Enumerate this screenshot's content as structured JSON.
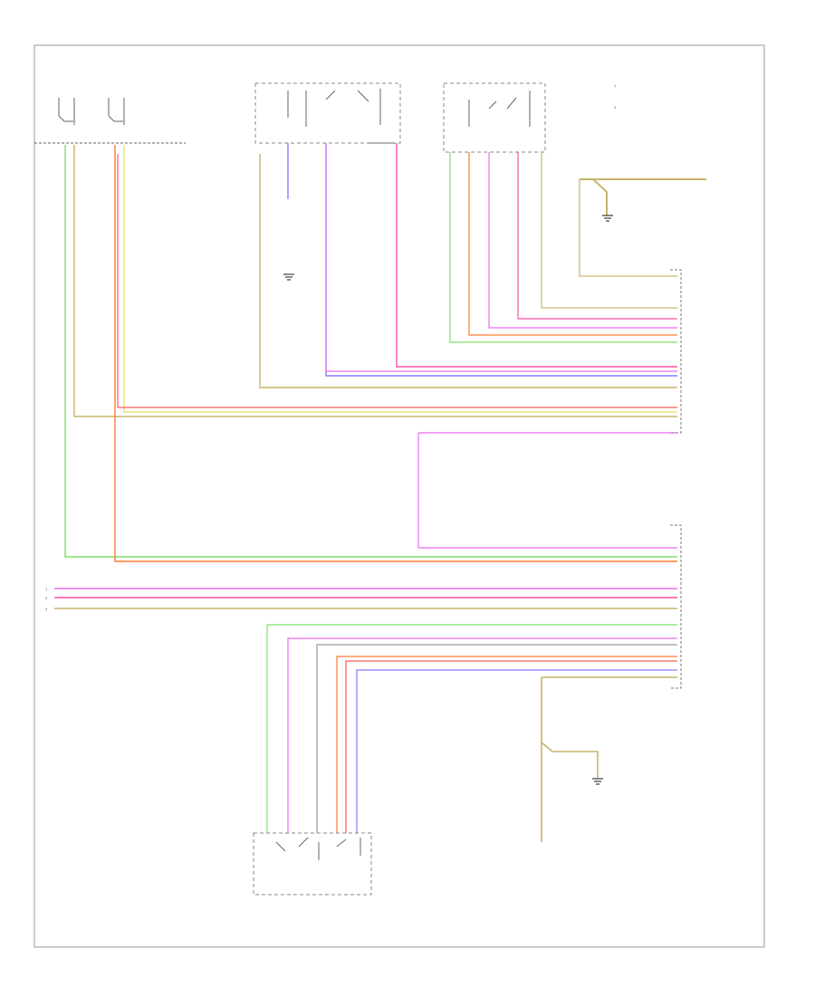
{
  "diagram": {
    "colors": {
      "green": "#7ddf6a",
      "orange": "#ff7a33",
      "yellow": "#e8e27a",
      "pink": "#ff4fa8",
      "magenta": "#ee6af2",
      "violet": "#8a7cff",
      "red": "#ff5a5a",
      "tan": "#c9b46a",
      "gray": "#9a9a9a"
    },
    "footer_code": "",
    "legend": [
      "1",
      "2"
    ],
    "edge_marks": [
      "1",
      "2",
      "3"
    ],
    "components": [
      {
        "key": "fuse-1",
        "label": ""
      },
      {
        "key": "fuse-2",
        "label": ""
      },
      {
        "key": "fuse-panel",
        "label": ""
      },
      {
        "key": "front-pass-switch",
        "label": ""
      },
      {
        "key": "rear-pass-switch",
        "label": ""
      },
      {
        "key": "ground-top",
        "label": ""
      },
      {
        "key": "ground-mid",
        "label": ""
      },
      {
        "key": "ground-bottom",
        "label": ""
      },
      {
        "key": "right-connector",
        "label": ""
      },
      {
        "key": "front-module",
        "label": ""
      },
      {
        "key": "rear-module",
        "label": ""
      },
      {
        "key": "rear-window-switch",
        "label": ""
      },
      {
        "key": "ground-rear",
        "label": ""
      },
      {
        "key": "ground-plug",
        "label": ""
      }
    ]
  }
}
